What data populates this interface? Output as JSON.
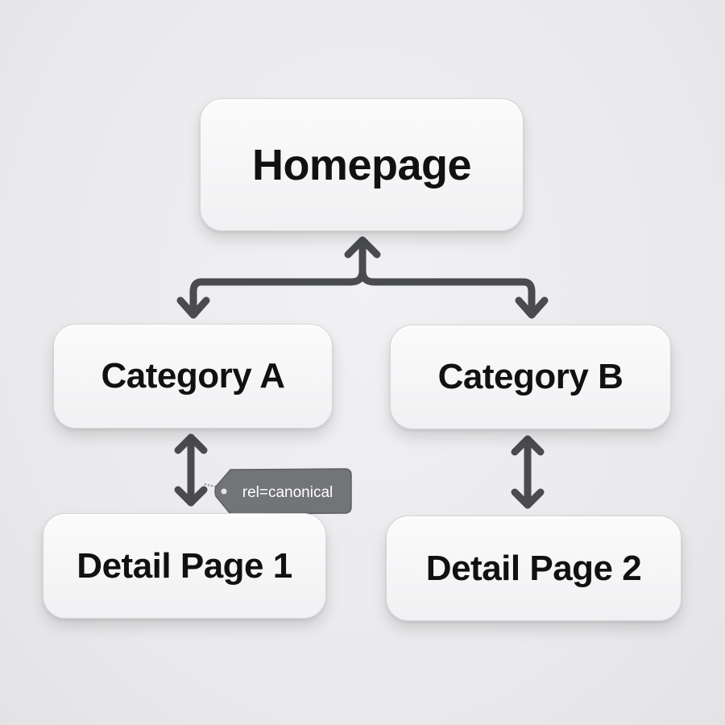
{
  "nodes": {
    "homepage": "Homepage",
    "category_a": "Category A",
    "category_b": "Category B",
    "detail_1": "Detail Page 1",
    "detail_2": "Detail Page 2"
  },
  "tag": {
    "label": "rel=canonical"
  },
  "colors": {
    "connector": "#4a4b4e",
    "tag_fill": "#727477",
    "node_text": "#111111"
  },
  "icons": [
    "arrow-up-icon",
    "arrow-down-icon",
    "double-arrow-icon",
    "tag-icon"
  ]
}
